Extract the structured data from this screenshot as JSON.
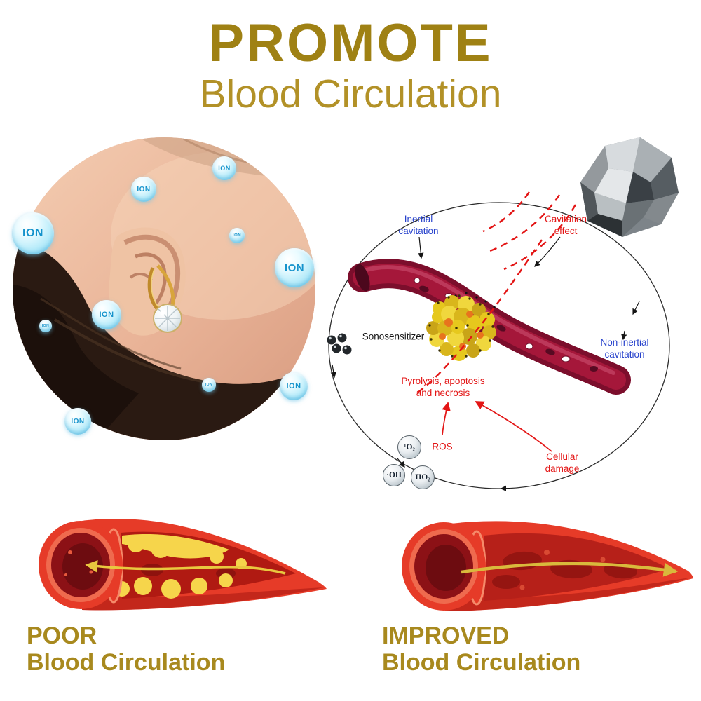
{
  "header": {
    "title": "PROMOTE",
    "subtitle": "Blood Circulation"
  },
  "hero": {
    "ion_label": "ION"
  },
  "diagram": {
    "inertial_cavitation": "Inertial\ncavitation",
    "cavitation_effect": "Cavitation\neffect",
    "sonosensitizer": "Sonosensitizer",
    "non_inertial_cavitation": "Non-inertial\ncavitation",
    "pyrolysis": "Pyrolysis, apoptosis\nand necrosis",
    "ros": "ROS",
    "cellular_damage": "Cellular\ndamage",
    "mol_singlet_oxygen": "¹O₂",
    "mol_hydroxyl": "·OH",
    "mol_hydroperoxyl": "HO₂"
  },
  "comparison": {
    "poor": {
      "title": "POOR",
      "subtitle": "Blood Circulation"
    },
    "improved": {
      "title": "IMPROVED",
      "subtitle": "Blood Circulation"
    }
  },
  "colors": {
    "gold_title": "#9f8114",
    "gold_caption": "#a8891e",
    "ion_blue": "#1593cc",
    "diagram_blue": "#2742cc",
    "diagram_red": "#e31515",
    "vessel_red": "#e63b28",
    "plaque_yellow": "#f6d54b"
  }
}
